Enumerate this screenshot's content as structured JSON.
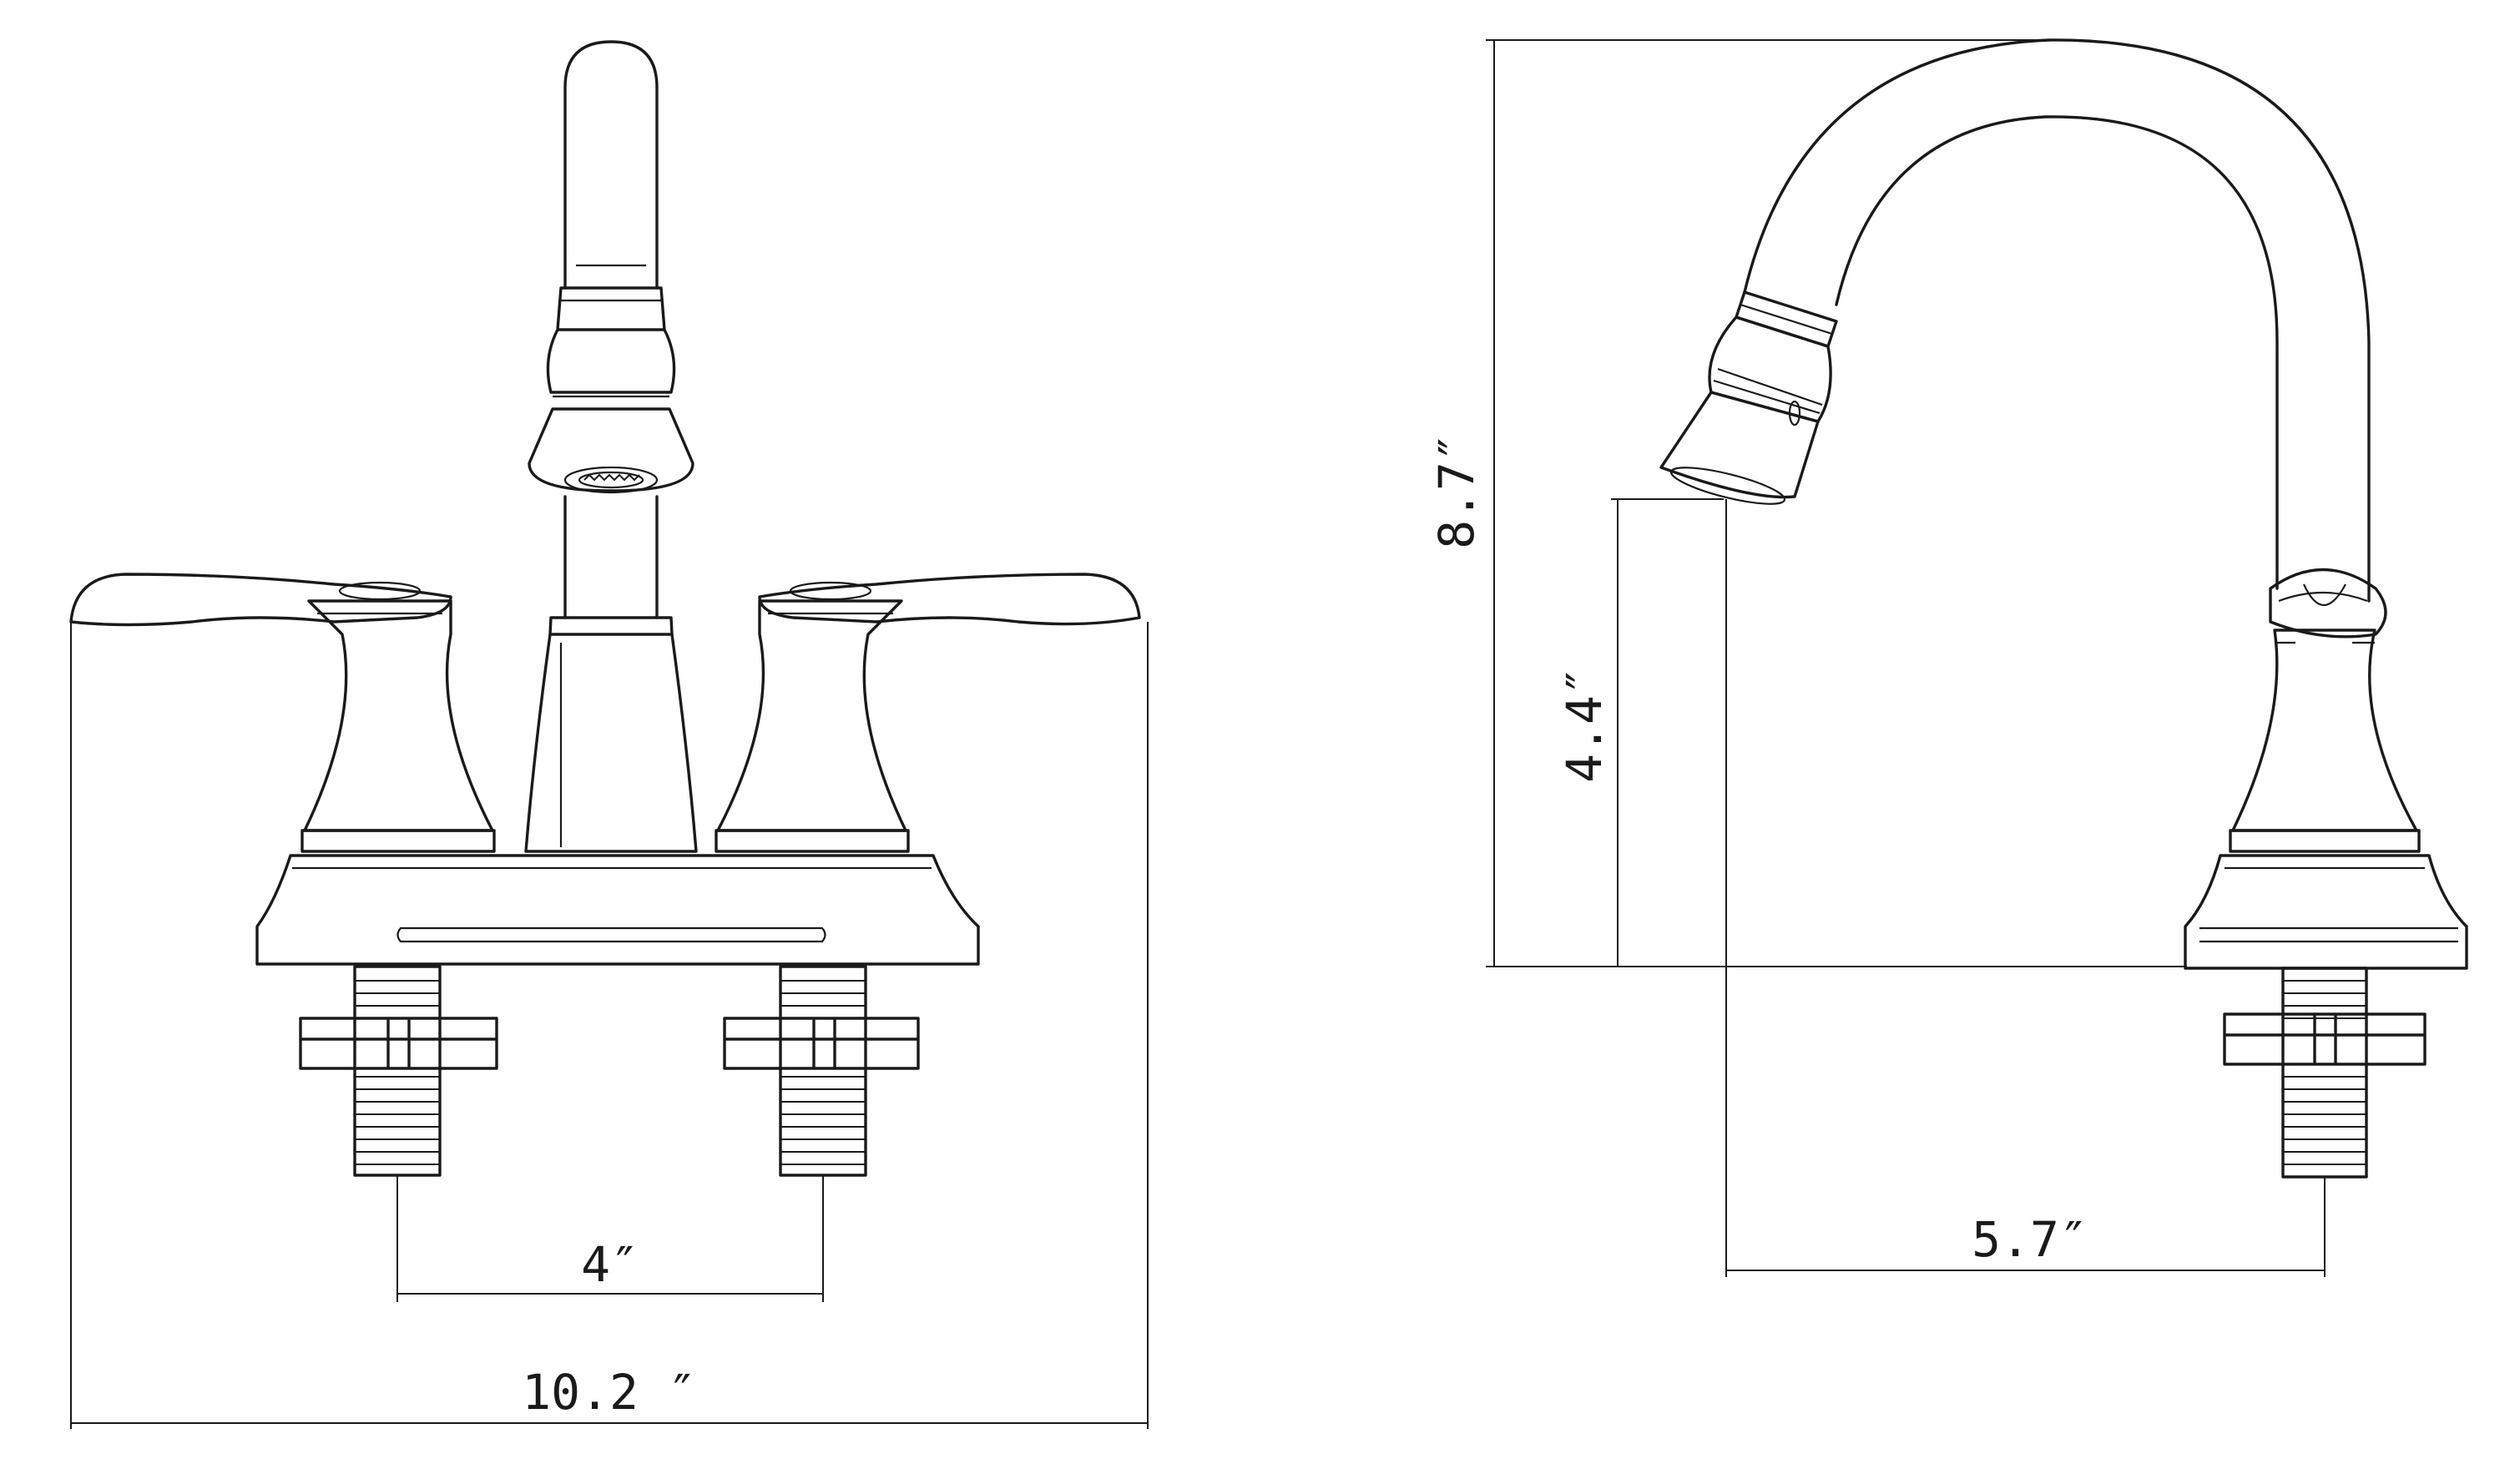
{
  "dimensions": {
    "center_spacing": "4″",
    "overall_width": "10.2 ″",
    "overall_height": "8.7″",
    "spout_height": "4.4″",
    "spout_reach": "5.7″"
  },
  "colors": {
    "ink": "#1a1a1a",
    "background": "#ffffff"
  },
  "icons": {
    "front": "faucet-front-view-icon",
    "side": "faucet-side-view-icon"
  }
}
